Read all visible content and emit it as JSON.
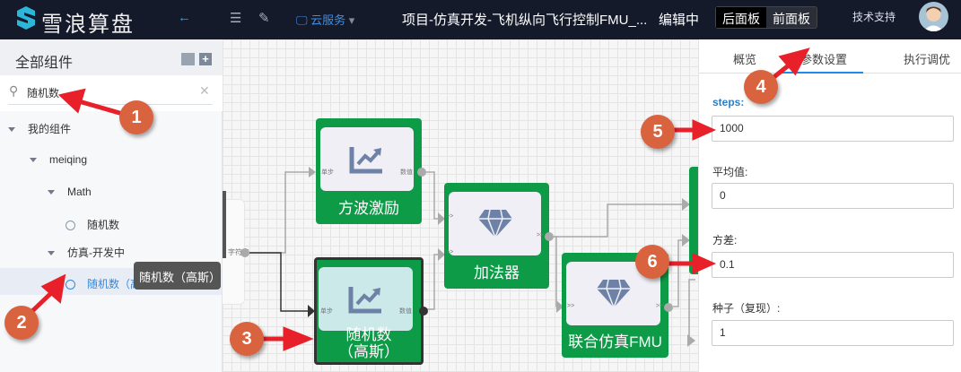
{
  "header": {
    "logo_text": "雪浪算盘",
    "cloud_service": "云服务",
    "project_title": "项目-仿真开发-飞机纵向飞行控制FMU_...",
    "status": "编辑中",
    "panel_switch": [
      "后面板",
      "前面板"
    ],
    "support": "技术支持"
  },
  "sidebar": {
    "title": "全部组件",
    "search_value": "随机数",
    "tree": [
      {
        "label": "我的组件",
        "type": "folder"
      },
      {
        "label": "meiqing",
        "type": "folder"
      },
      {
        "label": "Math",
        "type": "folder"
      },
      {
        "label": "随机数",
        "type": "component"
      },
      {
        "label": "仿真-开发中",
        "type": "folder"
      },
      {
        "label": "随机数（高斯）",
        "type": "component",
        "selected": true
      }
    ],
    "tooltip": "随机数（高斯）"
  },
  "canvas": {
    "nodes": [
      {
        "label": "方波激励",
        "icon": "chart-icon",
        "in": "单步",
        "out": "数值"
      },
      {
        "label": "随机数（高斯）",
        "icon": "chart-icon",
        "in": "单步",
        "out": "数值",
        "selected": true
      },
      {
        "label": "加法器",
        "icon": "diamond-icon",
        "in": ">>",
        "out": ">>"
      },
      {
        "label": "联合仿真FMU",
        "icon": "diamond-icon",
        "in": ">>",
        "out": ">>"
      }
    ],
    "left_node_port": "字符串"
  },
  "right_panel": {
    "tabs": [
      "概览",
      "参数设置",
      "执行调优"
    ],
    "active_tab": "参数设置",
    "fields": [
      {
        "label": "steps:",
        "value": "1000"
      },
      {
        "label": "平均值:",
        "value": "0"
      },
      {
        "label": "方差:",
        "value": "0.1"
      },
      {
        "label": "种子（复现）:",
        "value": "1"
      }
    ]
  },
  "annotations": [
    "1",
    "2",
    "3",
    "4",
    "5",
    "6"
  ],
  "colors": {
    "node_green": "#0e9b47",
    "accent_blue": "#1f8ceb",
    "badge": "#d9623f",
    "arrow_red": "#e8202a",
    "header_bg": "#151a2b"
  }
}
